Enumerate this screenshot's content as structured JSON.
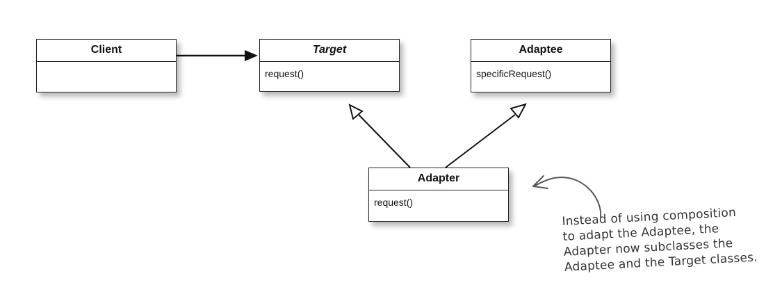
{
  "diagram": {
    "classes": [
      {
        "id": "client",
        "name": "Client",
        "abstract": false,
        "methods": []
      },
      {
        "id": "target",
        "name": "Target",
        "abstract": true,
        "methods": [
          "request()"
        ]
      },
      {
        "id": "adaptee",
        "name": "Adaptee",
        "abstract": false,
        "methods": [
          "specificRequest()"
        ]
      },
      {
        "id": "adapter",
        "name": "Adapter",
        "abstract": false,
        "methods": [
          "request()"
        ]
      }
    ],
    "relations": [
      {
        "from": "client",
        "to": "target",
        "type": "association"
      },
      {
        "from": "adapter",
        "to": "target",
        "type": "generalization"
      },
      {
        "from": "adapter",
        "to": "adaptee",
        "type": "generalization"
      }
    ],
    "annotation": {
      "lines": [
        "Instead of using composition",
        "to adapt the Adaptee, the",
        "Adapter now subclasses the",
        "Adaptee and the Target classes."
      ]
    }
  }
}
